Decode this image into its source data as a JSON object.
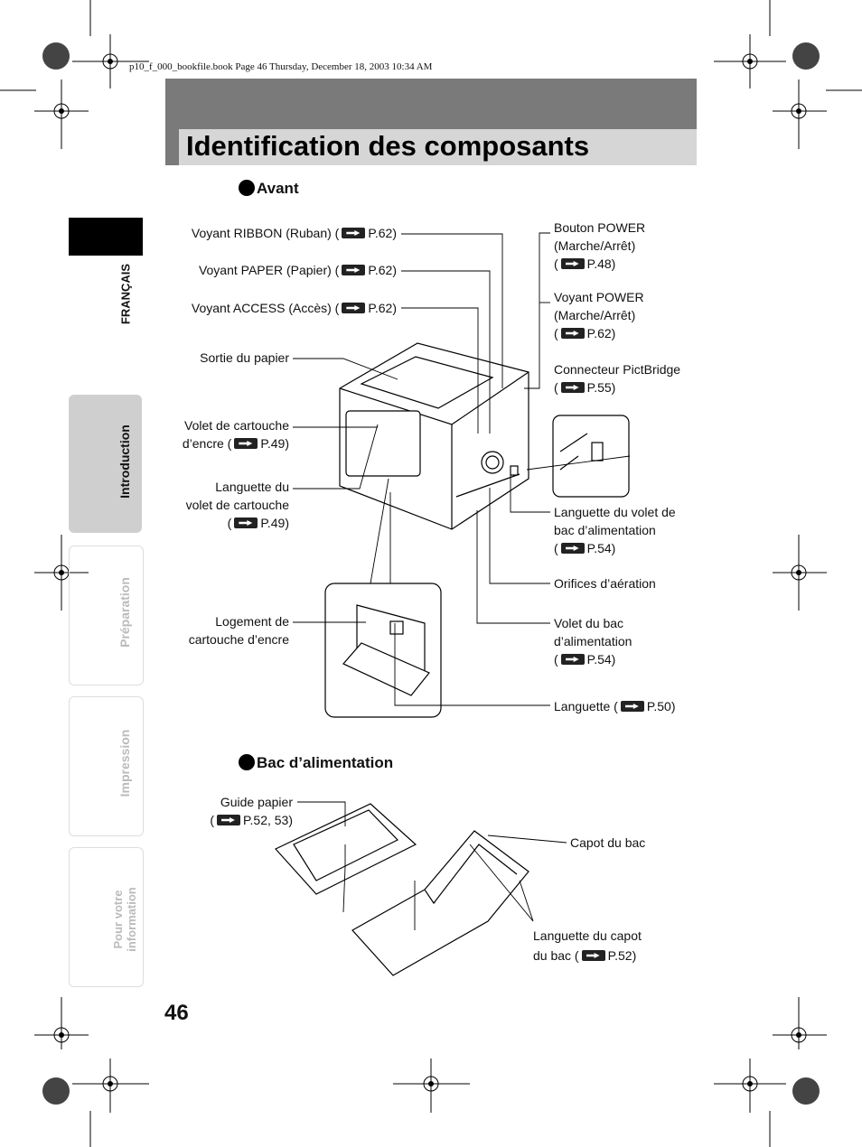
{
  "header_line": "p10_f_000_bookfile.book  Page 46  Thursday, December 18, 2003  10:34 AM",
  "title": "Identification des composants",
  "sections": {
    "front": "Avant",
    "tray": "Bac d’alimentation"
  },
  "side_tabs": {
    "language": "FRANÇAIS",
    "introduction": "Introduction",
    "preparation": "Préparation",
    "impression": "Impression",
    "info_line1": "Pour votre",
    "info_line2": "information"
  },
  "front_labels": {
    "ribbon_a": "Voyant RIBBON (Ruban) (",
    "ribbon_b": "P.62)",
    "paper_a": "Voyant PAPER (Papier) (",
    "paper_b": "P.62)",
    "access_a": "Voyant ACCESS (Accès) (",
    "access_b": "P.62)",
    "sortie": "Sortie du papier",
    "volet1": "Volet de cartouche",
    "volet2a": "d’encre (",
    "volet2b": "P.49)",
    "lang1": "Languette du",
    "lang2": "volet de cartouche",
    "lang3a": "(",
    "lang3b": "P.49)",
    "logement1": "Logement de",
    "logement2": "cartouche d’encre",
    "bouton1": "Bouton POWER",
    "bouton2": "(Marche/Arrêt)",
    "bouton3a": "(",
    "bouton3b": "P.48)",
    "voyant1": "Voyant POWER",
    "voyant2": "(Marche/Arrêt)",
    "voyant3a": "(",
    "voyant3b": "P.62)",
    "conn1": "Connecteur PictBridge",
    "conn2a": "(",
    "conn2b": "P.55)",
    "langbac1": "Languette du volet de",
    "langbac2": "bac d’alimentation",
    "langbac3a": "(",
    "langbac3b": "P.54)",
    "orifices": "Orifices d’aération",
    "voletbac1": "Volet du bac",
    "voletbac2": "d’alimentation",
    "voletbac3a": "(",
    "voletbac3b": "P.54)",
    "languette_a": "Languette (",
    "languette_b": "P.50)"
  },
  "tray_labels": {
    "guide1": "Guide papier",
    "guide2a": "(",
    "guide2b": "P.52, 53)",
    "capot": "Capot du bac",
    "langcapot1": "Languette du capot",
    "langcapot2a": "du bac (",
    "langcapot2b": "P.52)"
  },
  "page_number": "46"
}
